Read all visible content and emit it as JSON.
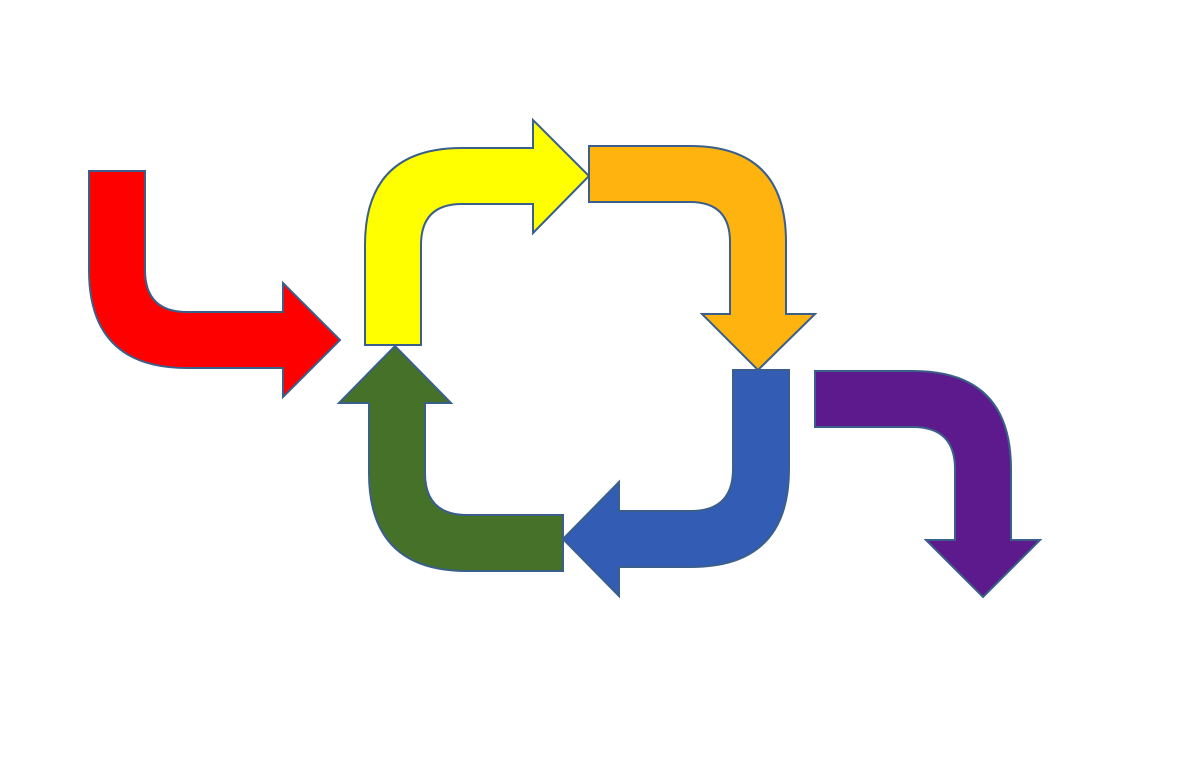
{
  "diagram": {
    "outline_color": "#3A5F8A",
    "arrows": [
      {
        "id": "entry-arrow",
        "role": "entry",
        "direction": "down-then-right",
        "color": "#FF0000"
      },
      {
        "id": "cycle-arrow-top-left",
        "role": "cycle",
        "direction": "up-then-right",
        "color": "#FFFF00"
      },
      {
        "id": "cycle-arrow-top-right",
        "role": "cycle",
        "direction": "right-then-down",
        "color": "#FFB30F"
      },
      {
        "id": "cycle-arrow-bottom-right",
        "role": "cycle",
        "direction": "down-then-left",
        "color": "#335CB5"
      },
      {
        "id": "cycle-arrow-bottom-left",
        "role": "cycle",
        "direction": "left-then-up",
        "color": "#467129"
      },
      {
        "id": "exit-arrow",
        "role": "exit",
        "direction": "right-then-down",
        "color": "#5C1A8C"
      }
    ]
  }
}
